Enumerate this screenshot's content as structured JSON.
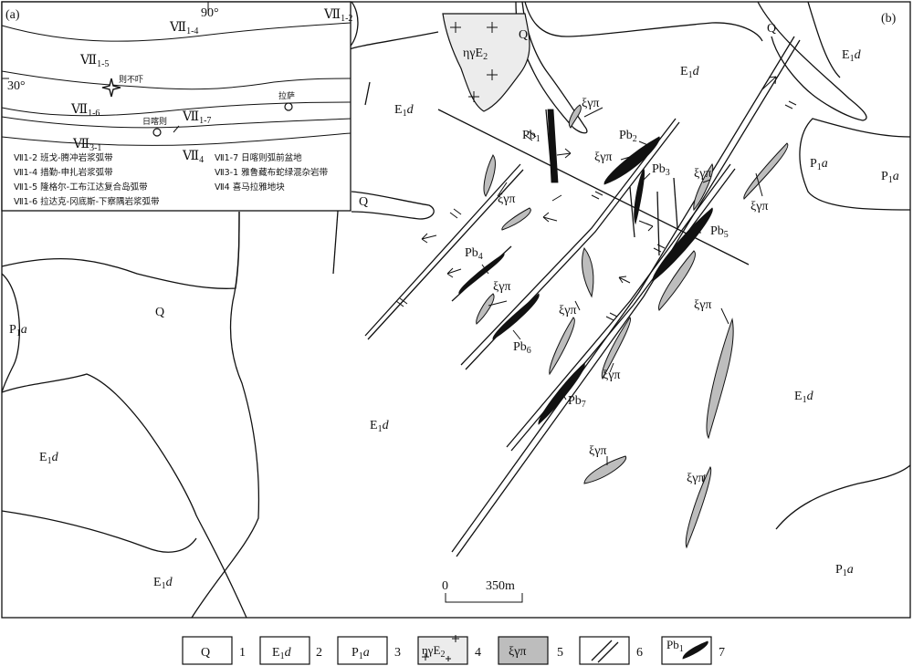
{
  "panels": {
    "a": "(a)",
    "b": "(b)"
  },
  "inset": {
    "lon_label": "90°",
    "lat_label": "30°",
    "zones": [
      {
        "id": "VII1-4",
        "main": "Ⅶ",
        "sub": "1-4"
      },
      {
        "id": "VII1-2",
        "main": "Ⅶ",
        "sub": "1-2"
      },
      {
        "id": "VII1-5",
        "main": "Ⅶ",
        "sub": "1-5"
      },
      {
        "id": "VII1-6",
        "main": "Ⅶ",
        "sub": "1-6"
      },
      {
        "id": "VII1-7",
        "main": "Ⅶ",
        "sub": "1-7"
      },
      {
        "id": "VII3-1",
        "main": "Ⅶ",
        "sub": "3-1"
      },
      {
        "id": "VII4",
        "main": "Ⅶ",
        "sub": "4"
      }
    ],
    "places": {
      "zebuxia": "则不吓",
      "lhasa": "拉萨",
      "shigatse": "日喀则"
    },
    "legend": [
      "Ⅶ1-2 班戈-腾冲岩浆弧带",
      "Ⅶ1-4 措勤-申扎岩浆弧带",
      "Ⅶ1-5 隆格尔-工布江达复合岛弧带",
      "Ⅶ1-6 拉达克-冈底斯-下察隅岩浆弧带",
      "Ⅶ1-7 日喀则弧前盆地",
      "Ⅶ3-1 雅鲁藏布蛇绿混杂岩带",
      "Ⅶ4 喜马拉雅地块"
    ]
  },
  "map": {
    "units": {
      "Q": "Q",
      "E_main": "E",
      "E_sub": "1",
      "E_suf": "d",
      "P_main": "P",
      "P_sub": "1",
      "P_suf": "a",
      "G_main": "ηγE",
      "G_sub": "2"
    },
    "dyke_label": "ξγπ",
    "orebodies": [
      "Pb1",
      "Pb2",
      "Pb3",
      "Pb4",
      "Pb5",
      "Pb6",
      "Pb7"
    ],
    "scale": {
      "zero": "0",
      "length": "350m"
    }
  },
  "legend": [
    {
      "symbol": "Q",
      "num": "1"
    },
    {
      "symbol": "E1d",
      "num": "2"
    },
    {
      "symbol": "P1a",
      "num": "3"
    },
    {
      "symbol": "ηγE2",
      "num": "4"
    },
    {
      "symbol": "ξγπ",
      "num": "5"
    },
    {
      "symbol": "fault",
      "num": "6"
    },
    {
      "symbol": "Pb1",
      "num": "7"
    }
  ],
  "legend_text": {
    "Q": "Q",
    "E_main": "E",
    "E_sub": "1",
    "E_suf": "d",
    "P_main": "P",
    "P_sub": "1",
    "P_suf": "a",
    "G_main": "ηγE",
    "G_sub": "2",
    "dyke": "ξγπ",
    "pb_main": "Pb",
    "pb_sub": "1",
    "n1": "1",
    "n2": "2",
    "n3": "3",
    "n4": "4",
    "n5": "5",
    "n6": "6",
    "n7": "7"
  }
}
